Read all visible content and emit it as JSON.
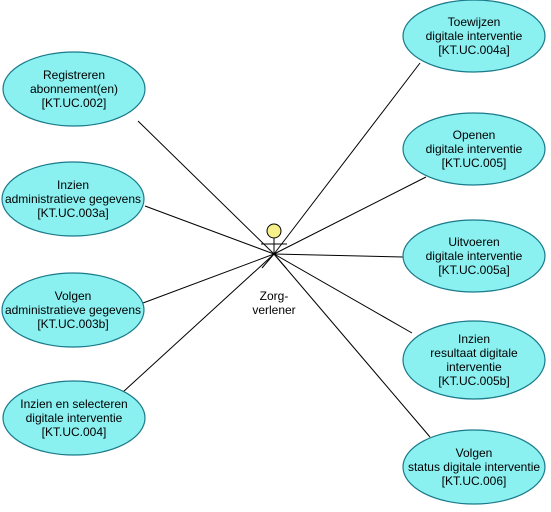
{
  "colors": {
    "usecase_fill": "#8AF0F0",
    "usecase_stroke": "#1A7A8A",
    "actor_head_fill": "#F6F08A",
    "line": "#000000"
  },
  "actor": {
    "name_lines": [
      "Zorg-",
      "verlener"
    ]
  },
  "use_cases": [
    {
      "id": "uc-kt-uc-002",
      "lines": [
        "Registreren",
        "abonnement(en)",
        "[KT.UC.002]"
      ]
    },
    {
      "id": "uc-kt-uc-003a",
      "lines": [
        "Inzien",
        "administratieve gegevens",
        "[KT.UC.003a]"
      ]
    },
    {
      "id": "uc-kt-uc-003b",
      "lines": [
        "Volgen",
        "administratieve gegevens",
        "[KT.UC.003b]"
      ]
    },
    {
      "id": "uc-kt-uc-004",
      "lines": [
        "Inzien en selecteren",
        "digitale interventie",
        "[KT.UC.004]"
      ]
    },
    {
      "id": "uc-kt-uc-004a",
      "lines": [
        "Toewijzen",
        "digitale interventie",
        "[KT.UC.004a]"
      ]
    },
    {
      "id": "uc-kt-uc-005",
      "lines": [
        "Openen",
        "digitale interventie",
        "[KT.UC.005]"
      ]
    },
    {
      "id": "uc-kt-uc-005a",
      "lines": [
        "Uitvoeren",
        "digitale interventie",
        "[KT.UC.005a]"
      ]
    },
    {
      "id": "uc-kt-uc-005b",
      "lines": [
        "Inzien",
        "resultaat digitale",
        "interventie",
        "[KT.UC.005b]"
      ]
    },
    {
      "id": "uc-kt-uc-006",
      "lines": [
        "Volgen",
        "status digitale interventie",
        "[KT.UC.006]"
      ]
    }
  ]
}
